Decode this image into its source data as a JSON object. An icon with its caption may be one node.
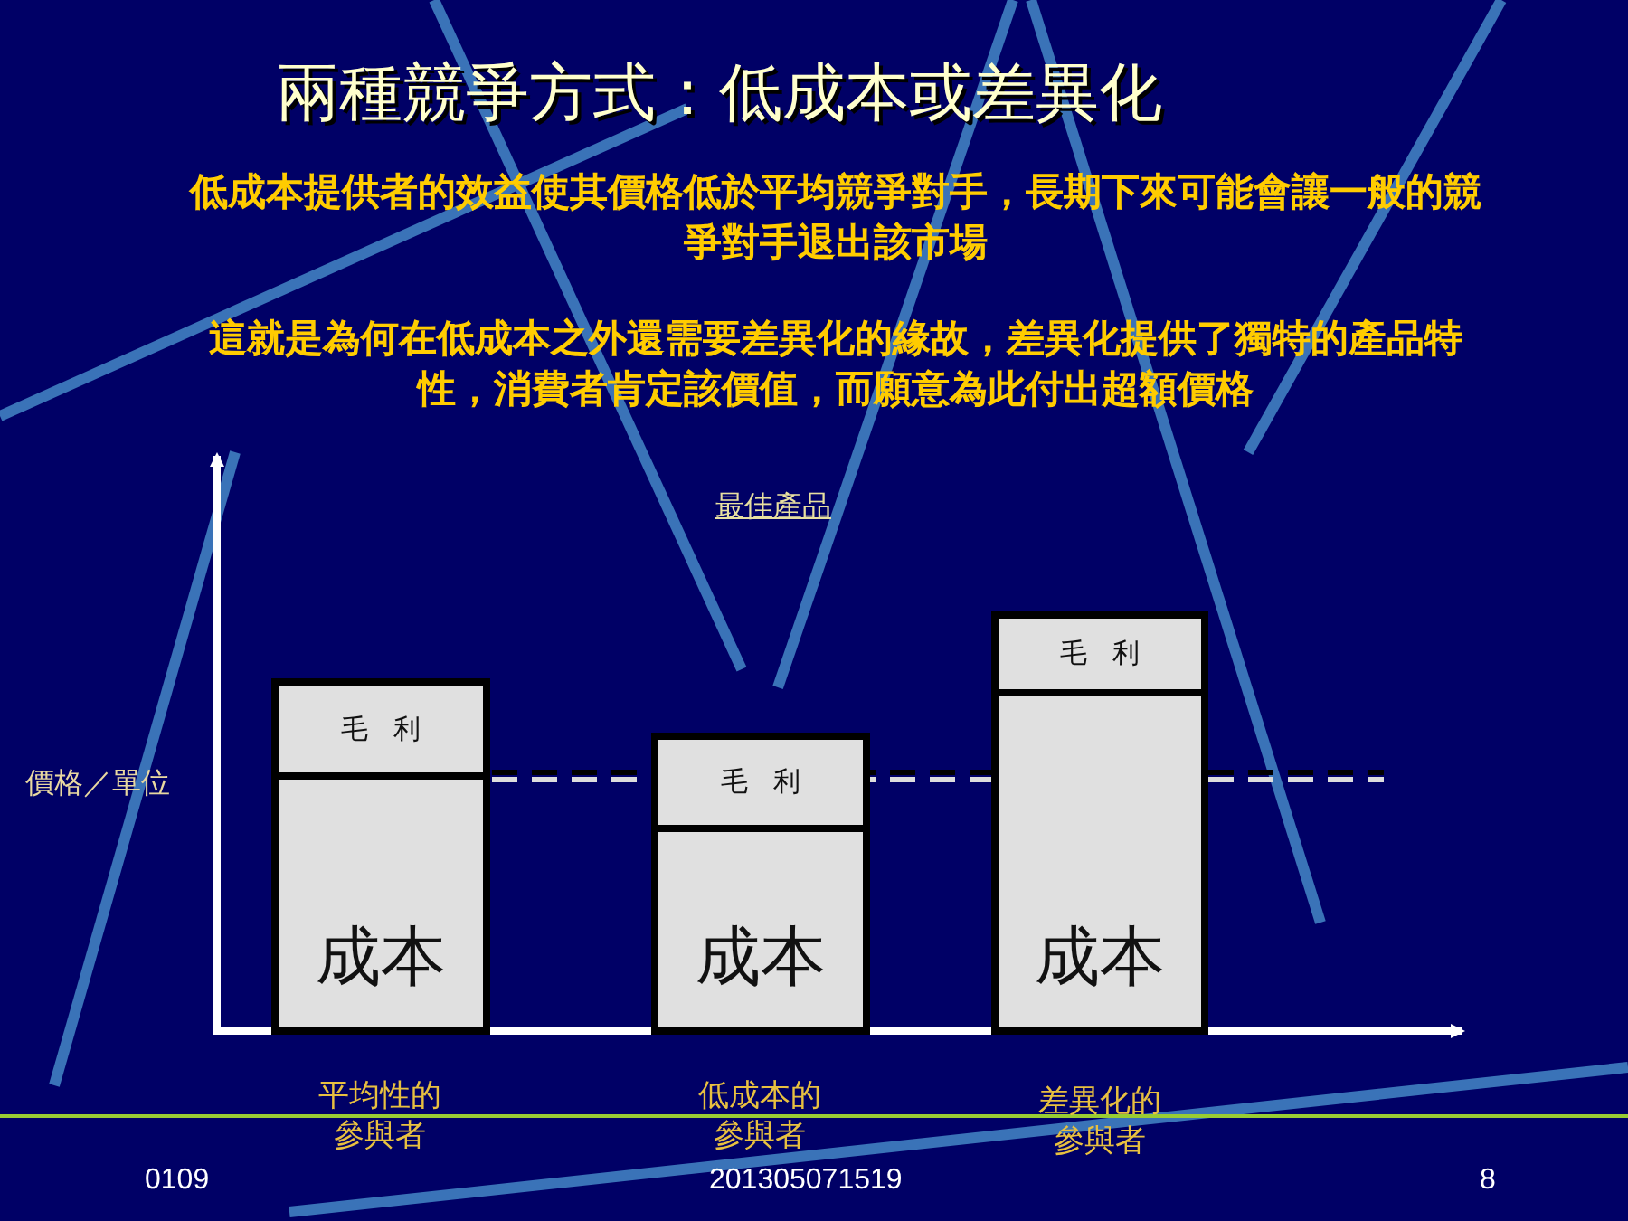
{
  "diagram": {
    "title": "兩種競爭方式：低成本或差異化",
    "nodes": [
      {
        "text": [
          "毛利"
        ]
      },
      {
        "text": [
          "成本"
        ],
        "beside": [
          "平均性的參與者"
        ]
      },
      {
        "text": [
          "毛利"
        ]
      },
      {
        "text": [
          "成本"
        ],
        "beside": [
          "低成本的參與者"
        ]
      },
      {
        "text": [
          "毛利"
        ]
      },
      {
        "text": [
          "成本"
        ],
        "beside": [
          "差異化的參與者"
        ]
      }
    ],
    "labels": [
      "低成本提供者的效益使其價格低於平均競爭對手，長期下來可能會讓一般的競爭對手退出該市場",
      "這就是為何在低成本之外還需要差異化的緣故，差異化提供了獨特的產品特性，消費者肯定該價值，而願意為此付出超額價格",
      "最佳產品",
      "價格／單位",
      "0109",
      "201305071519",
      "8"
    ]
  }
}
